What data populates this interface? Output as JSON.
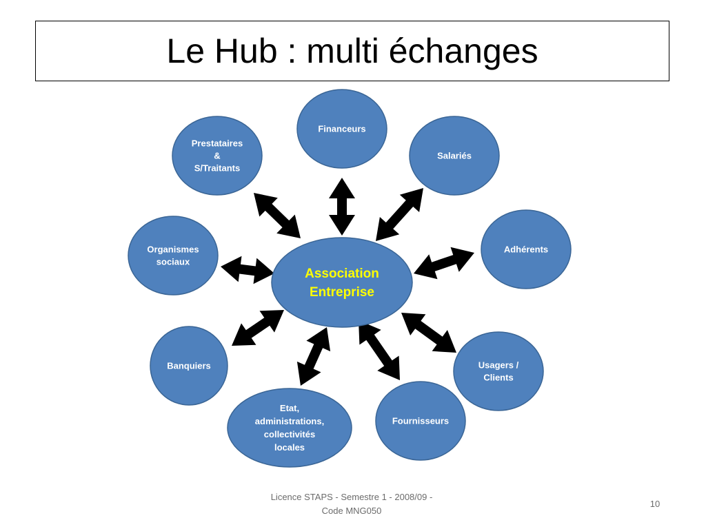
{
  "slide": {
    "title": "Le Hub : multi échanges",
    "footer": "Licence STAPS - Semestre 1 - 2008/09 -\nCode MNG050",
    "page_number": "10"
  },
  "diagram": {
    "colors": {
      "node_fill": "#4f81bd",
      "node_stroke": "#3a6595",
      "label": "#ffffff",
      "hub_label": "#ffff00",
      "arrow": "#000000"
    },
    "hub": {
      "id": "association-entreprise",
      "lines": [
        "Association",
        "Entreprise"
      ]
    },
    "nodes": [
      {
        "id": "financeurs",
        "lines": [
          "Financeurs"
        ]
      },
      {
        "id": "salaries",
        "lines": [
          "Salariés"
        ]
      },
      {
        "id": "adherents",
        "lines": [
          "Adhérents"
        ]
      },
      {
        "id": "usagers-clients",
        "lines": [
          "Usagers /",
          "Clients"
        ]
      },
      {
        "id": "fournisseurs",
        "lines": [
          "Fournisseurs"
        ]
      },
      {
        "id": "etat-administrations",
        "lines": [
          "Etat,",
          "administrations,",
          "collectivités",
          "locales"
        ]
      },
      {
        "id": "banquiers",
        "lines": [
          "Banquiers"
        ]
      },
      {
        "id": "organismes-sociaux",
        "lines": [
          "Organismes",
          "sociaux"
        ]
      },
      {
        "id": "prestataires",
        "lines": [
          "Prestataires",
          "&",
          "S/Traitants"
        ]
      }
    ],
    "connections": [
      {
        "from": "association-entreprise",
        "to": "financeurs",
        "direction": "both"
      },
      {
        "from": "association-entreprise",
        "to": "salaries",
        "direction": "both"
      },
      {
        "from": "association-entreprise",
        "to": "adherents",
        "direction": "both"
      },
      {
        "from": "association-entreprise",
        "to": "usagers-clients",
        "direction": "both"
      },
      {
        "from": "association-entreprise",
        "to": "fournisseurs",
        "direction": "both"
      },
      {
        "from": "association-entreprise",
        "to": "etat-administrations",
        "direction": "both"
      },
      {
        "from": "association-entreprise",
        "to": "banquiers",
        "direction": "both"
      },
      {
        "from": "association-entreprise",
        "to": "organismes-sociaux",
        "direction": "both"
      },
      {
        "from": "association-entreprise",
        "to": "prestataires",
        "direction": "both"
      }
    ]
  }
}
